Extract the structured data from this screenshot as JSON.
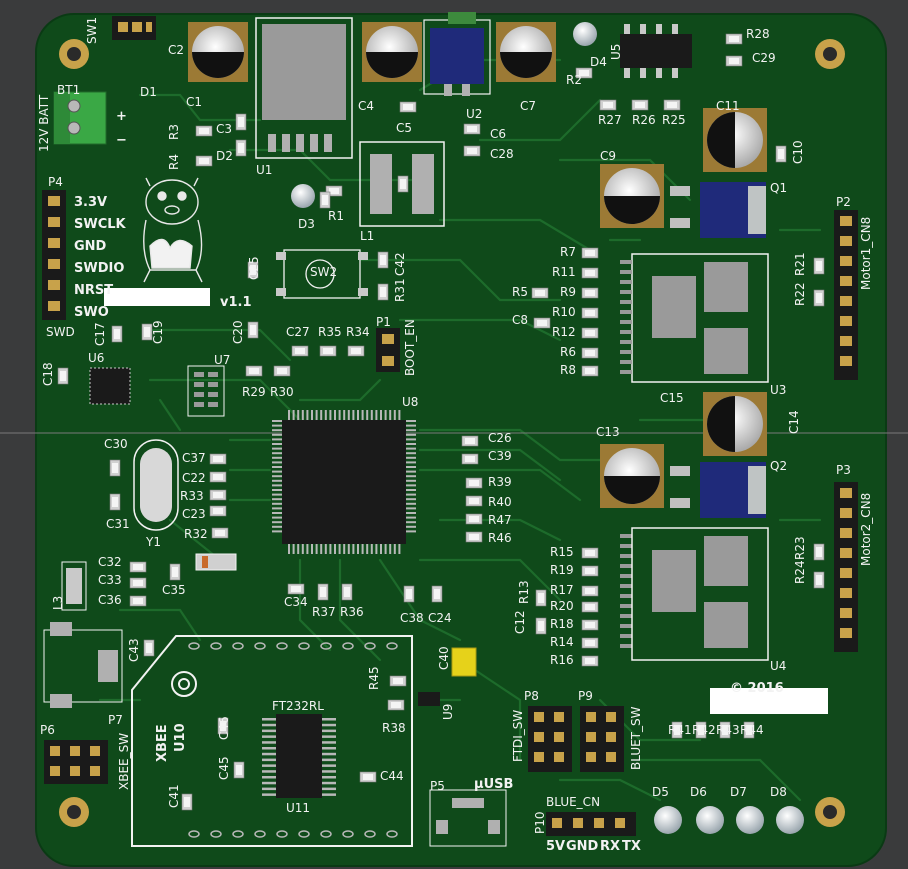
{
  "colors": {
    "background": "#3a3b3c",
    "board": "#0f4a1a",
    "copper_trace": "#1c6a2a",
    "silkscreen": "#f2f2f2",
    "pad": "#c9c9c9",
    "gold": "#c8a24a",
    "ic_body": "#1a1a1a",
    "regulator_blue": "#1f2a7a",
    "led_yellow": "#e6d21a",
    "terminal_green": "#3aa845"
  },
  "labels": {
    "version": "v1.1",
    "copyright": "© 2016",
    "swd_pins": [
      "3.3V",
      "SWCLK",
      "GND",
      "SWDIO",
      "NRST",
      "SWO"
    ],
    "swd": "SWD",
    "bt1": "BT1",
    "batt": "12V BATT",
    "plus": "+",
    "minus": "−",
    "boot_en": "BOOT_EN",
    "motor1": "Motor1_CN8",
    "motor2": "Motor2_CN8",
    "xbee": "XBEE",
    "u10": "U10",
    "ft232": "FT232RL",
    "xbee_sw": "XBEE_SW",
    "ftdi_sw": "FTDI_SW",
    "bluet_sw": "BLUET_SW",
    "blue_cn": "BLUE_CN",
    "usb": "µUSB",
    "p10_pins": [
      "5V",
      "GND",
      "RX",
      "TX"
    ]
  },
  "refs": [
    {
      "t": "SW1"
    },
    {
      "t": "C2"
    },
    {
      "t": "D1"
    },
    {
      "t": "C1"
    },
    {
      "t": "R3"
    },
    {
      "t": "C3"
    },
    {
      "t": "R4"
    },
    {
      "t": "D2"
    },
    {
      "t": "U1"
    },
    {
      "t": "C4"
    },
    {
      "t": "C5"
    },
    {
      "t": "U2"
    },
    {
      "t": "C7"
    },
    {
      "t": "C6"
    },
    {
      "t": "C28"
    },
    {
      "t": "D4"
    },
    {
      "t": "R2"
    },
    {
      "t": "U5"
    },
    {
      "t": "R28"
    },
    {
      "t": "C29"
    },
    {
      "t": "R27"
    },
    {
      "t": "R26"
    },
    {
      "t": "R25"
    },
    {
      "t": "C11"
    },
    {
      "t": "C10"
    },
    {
      "t": "C9"
    },
    {
      "t": "Q1"
    },
    {
      "t": "P4"
    },
    {
      "t": "D3"
    },
    {
      "t": "R1"
    },
    {
      "t": "L1"
    },
    {
      "t": "P2"
    },
    {
      "t": "R7"
    },
    {
      "t": "R11"
    },
    {
      "t": "R9"
    },
    {
      "t": "R5"
    },
    {
      "t": "R10"
    },
    {
      "t": "C8"
    },
    {
      "t": "R12"
    },
    {
      "t": "R6"
    },
    {
      "t": "R8"
    },
    {
      "t": "R21"
    },
    {
      "t": "R22"
    },
    {
      "t": "U3"
    },
    {
      "t": "C25"
    },
    {
      "t": "SW2"
    },
    {
      "t": "C42"
    },
    {
      "t": "R31"
    },
    {
      "t": "C17"
    },
    {
      "t": "C19"
    },
    {
      "t": "C20"
    },
    {
      "t": "C27"
    },
    {
      "t": "R35"
    },
    {
      "t": "R34"
    },
    {
      "t": "P1"
    },
    {
      "t": "U6"
    },
    {
      "t": "U7"
    },
    {
      "t": "C18"
    },
    {
      "t": "R29"
    },
    {
      "t": "R30"
    },
    {
      "t": "U8"
    },
    {
      "t": "C15"
    },
    {
      "t": "C14"
    },
    {
      "t": "C13"
    },
    {
      "t": "Q2"
    },
    {
      "t": "C30"
    },
    {
      "t": "C37"
    },
    {
      "t": "C22"
    },
    {
      "t": "R33"
    },
    {
      "t": "C23"
    },
    {
      "t": "R32"
    },
    {
      "t": "C31"
    },
    {
      "t": "Y1"
    },
    {
      "t": "C26"
    },
    {
      "t": "C39"
    },
    {
      "t": "R39"
    },
    {
      "t": "R40"
    },
    {
      "t": "R47"
    },
    {
      "t": "R46"
    },
    {
      "t": "P3"
    },
    {
      "t": "C32"
    },
    {
      "t": "C33"
    },
    {
      "t": "C36"
    },
    {
      "t": "C35"
    },
    {
      "t": "R15"
    },
    {
      "t": "R19"
    },
    {
      "t": "R17"
    },
    {
      "t": "R20"
    },
    {
      "t": "R18"
    },
    {
      "t": "R14"
    },
    {
      "t": "R16"
    },
    {
      "t": "R13"
    },
    {
      "t": "C12"
    },
    {
      "t": "R23"
    },
    {
      "t": "R24"
    },
    {
      "t": "L3"
    },
    {
      "t": "C34"
    },
    {
      "t": "R37"
    },
    {
      "t": "R36"
    },
    {
      "t": "C38"
    },
    {
      "t": "C24"
    },
    {
      "t": "U4"
    },
    {
      "t": "C43"
    },
    {
      "t": "C40"
    },
    {
      "t": "R45"
    },
    {
      "t": "U9"
    },
    {
      "t": "R38"
    },
    {
      "t": "C46"
    },
    {
      "t": "C45"
    },
    {
      "t": "C44"
    },
    {
      "t": "U11"
    },
    {
      "t": "C41"
    },
    {
      "t": "P6"
    },
    {
      "t": "P7"
    },
    {
      "t": "P8"
    },
    {
      "t": "P9"
    },
    {
      "t": "R41"
    },
    {
      "t": "R42"
    },
    {
      "t": "R43"
    },
    {
      "t": "R44"
    },
    {
      "t": "P5"
    },
    {
      "t": "P10"
    },
    {
      "t": "D5"
    },
    {
      "t": "D6"
    },
    {
      "t": "D7"
    },
    {
      "t": "D8"
    }
  ]
}
